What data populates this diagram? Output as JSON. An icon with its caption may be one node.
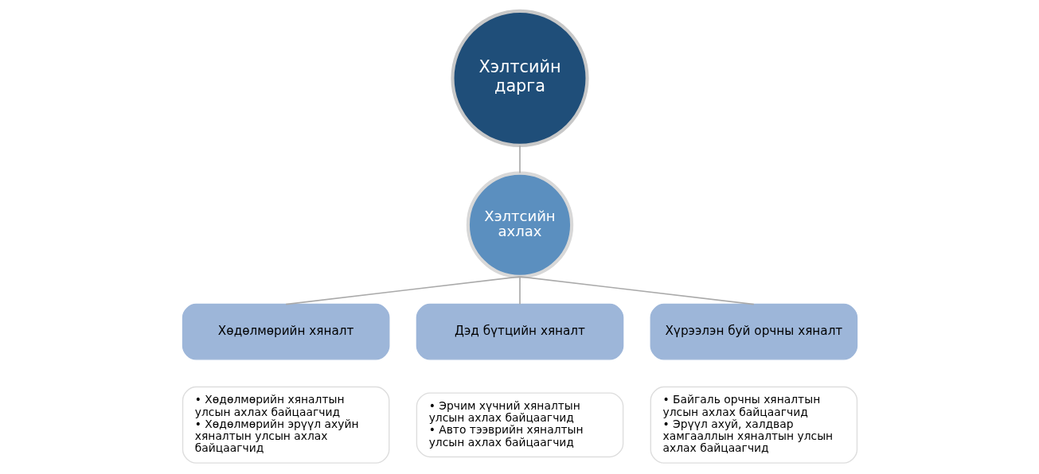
{
  "diagram": {
    "nodes": [
      {
        "text": [
          "Хэлтсийн дарга"
        ]
      },
      {
        "text": [
          "Хэлтсийн ахлах"
        ]
      },
      {
        "text": [
          "Хөдөлмөрийн хяналт"
        ]
      },
      {
        "text": [
          "Дэд бүтцийн хяналт"
        ]
      },
      {
        "text": [
          "Хүрээлэн буй орчны хяналт"
        ]
      },
      {
        "text": [
          "• Хөдөлмөрийн хяналтын улсын ахлах байцаагчид",
          "• Хөдөлмөрийн эрүүл ахуйн хяналтын улсын ахлах байцаагчид"
        ]
      },
      {
        "text": [
          "• Эрчим хүчний хяналтын улсын ахлах байцаагчид",
          "• Авто тээврийн хяналтын улсын ахлах байцаагчид"
        ]
      },
      {
        "text": [
          "• Байгаль орчны хяналтын улсын ахлах байцаагчид",
          "• Эрүүл ахуй, халдвар хамгааллын хяналтын улсын ахлах байцаагчид"
        ]
      }
    ],
    "edges": [
      {
        "from": 0,
        "to": 1,
        "arrow": "none"
      },
      {
        "from": 1,
        "to": 2,
        "arrow": "none"
      },
      {
        "from": 1,
        "to": 3,
        "arrow": "none"
      },
      {
        "from": 1,
        "to": 4,
        "arrow": "none"
      }
    ]
  }
}
